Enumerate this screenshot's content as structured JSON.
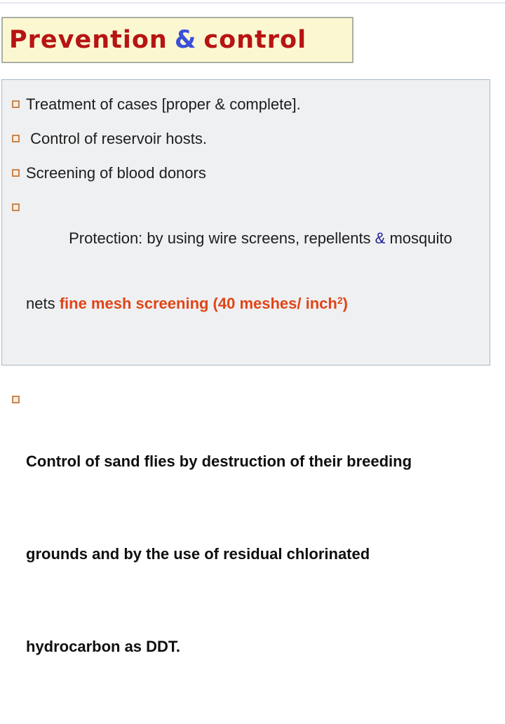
{
  "slide": {
    "title": {
      "part1": "Prevention",
      "amp": "&",
      "part2": "control"
    },
    "bullets": {
      "b1": {
        "text": "Treatment of cases [proper & complete]."
      },
      "b2": {
        "text": " Control of reservoir hosts."
      },
      "b3": {
        "text": "Screening of blood donors"
      },
      "b4": {
        "line1_pre": "Protection: by using wire screens, repellents ",
        "amp": "&",
        "line1_post": " mosquito",
        "line2_pre": "nets ",
        "highlight": "fine mesh screening (40 meshes/ inch",
        "highlight_sup": "2",
        "highlight_close": ")"
      },
      "b5": {
        "line1": "Control of sand flies by destruction of their breeding",
        "line2": "grounds and by the use of residual chlorinated",
        "line3": "hydrocarbon as DDT."
      }
    },
    "colors": {
      "title_text": "#b81414",
      "title_ampersand": "#3b4fd8",
      "title_background": "#fbf8d1",
      "title_border": "#aab0a2",
      "body_background": "#eff0f2",
      "body_border": "#a8b8c6",
      "body_text": "#1d1d1d",
      "body_ampersand": "#20209a",
      "highlight_text": "#e04517",
      "bullet_border": "#c9854f",
      "bullet_fill": "#f9eddd"
    }
  }
}
